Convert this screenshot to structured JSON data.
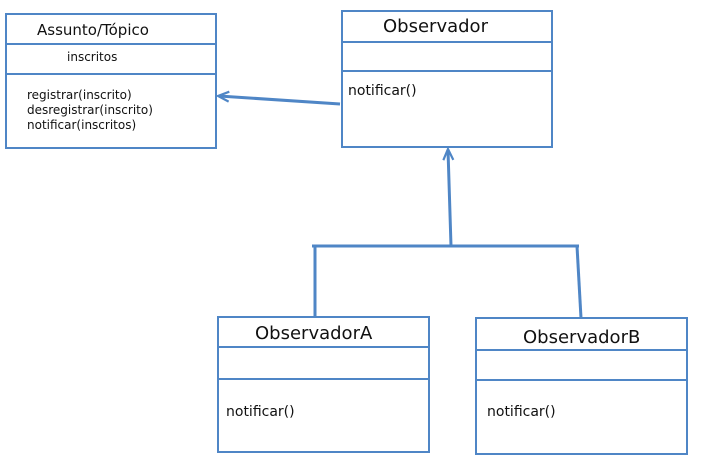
{
  "subject": {
    "name": "Assunto/Tópico",
    "attributes": [
      "inscritos"
    ],
    "methods": [
      "registrar(inscrito)",
      "desregistrar(inscrito)",
      "notificar(inscritos)"
    ]
  },
  "observer": {
    "name": "Observador",
    "methods": [
      "notificar()"
    ]
  },
  "observer_a": {
    "name": "ObservadorA",
    "methods": [
      "notificar()"
    ]
  },
  "observer_b": {
    "name": "ObservadorB",
    "methods": [
      "notificar()"
    ]
  },
  "colors": {
    "line": "#4f86c6",
    "text": "#111111"
  }
}
